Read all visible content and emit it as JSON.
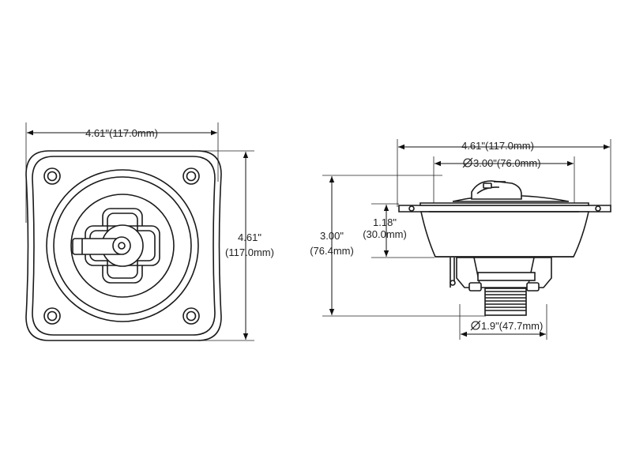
{
  "front_view": {
    "width_label": "4.61\"(117.0mm)",
    "height_label_in": "4.61\"",
    "height_label_mm": "(117.0mm)"
  },
  "side_view": {
    "flange_width_label": "4.61\"(117.0mm)",
    "body_diameter_label": "3.00\"(76.0mm)",
    "depth_label_in": "1.18\"",
    "depth_label_mm": "(30.0mm)",
    "overall_height_label_in": "3.00\"",
    "overall_height_label_mm": "(76.4mm)",
    "base_diameter_label": "1.9\"(47.7mm)"
  },
  "colors": {
    "line": "#111111",
    "background": "#ffffff"
  }
}
